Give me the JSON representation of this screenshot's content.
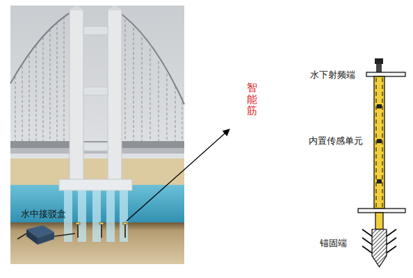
{
  "diagram": {
    "labels": [
      "水中接驳盒",
      "智能筋",
      "水下射频端",
      "内置传感单元",
      "锚固端"
    ]
  }
}
